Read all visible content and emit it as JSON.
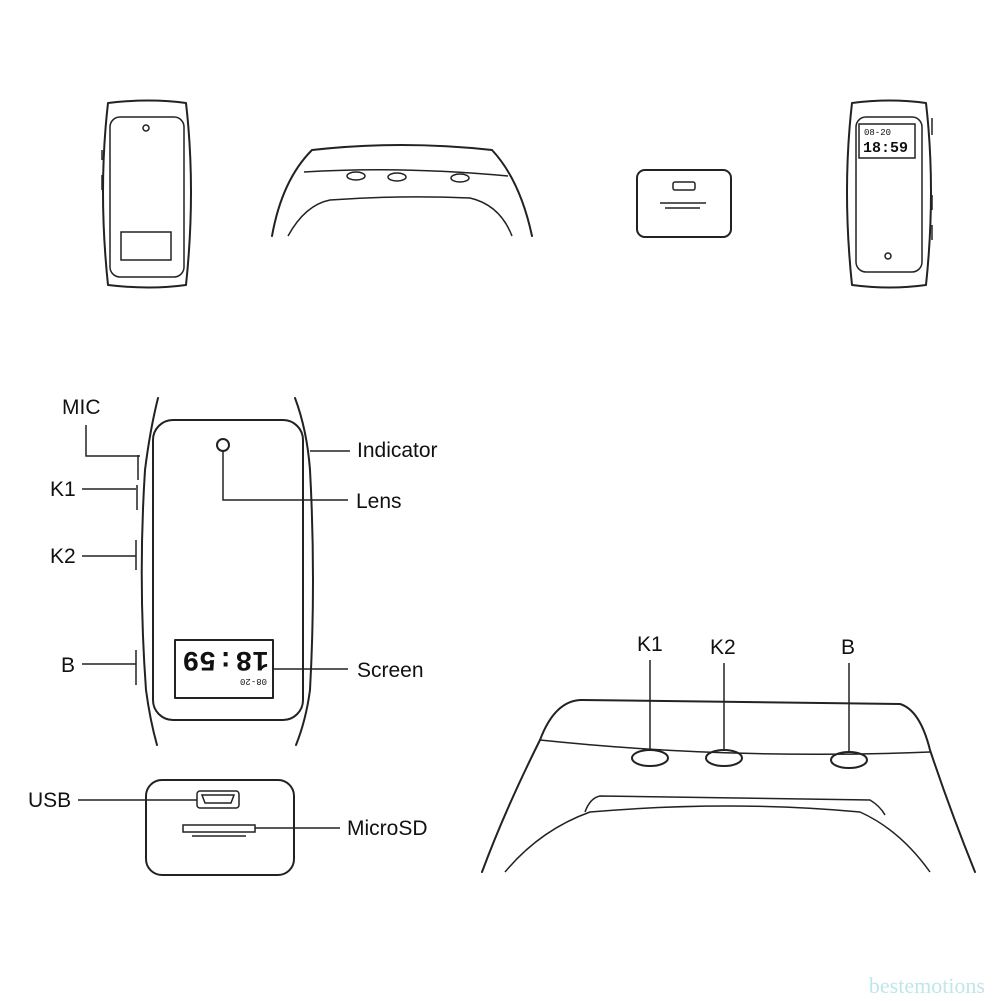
{
  "callouts": {
    "mic": "MIC",
    "indicator": "Indicator",
    "k1": "K1",
    "lens": "Lens",
    "k2": "K2",
    "b": "B",
    "screen": "Screen",
    "usb": "USB",
    "microsd": "MicroSD"
  },
  "top_view_labels": {
    "k1": "K1",
    "k2": "K2",
    "b": "B"
  },
  "display": {
    "date": "08-20",
    "time": "18:59",
    "time_hours": "18",
    "time_minutes": "59"
  },
  "watermark": "bestemotions"
}
